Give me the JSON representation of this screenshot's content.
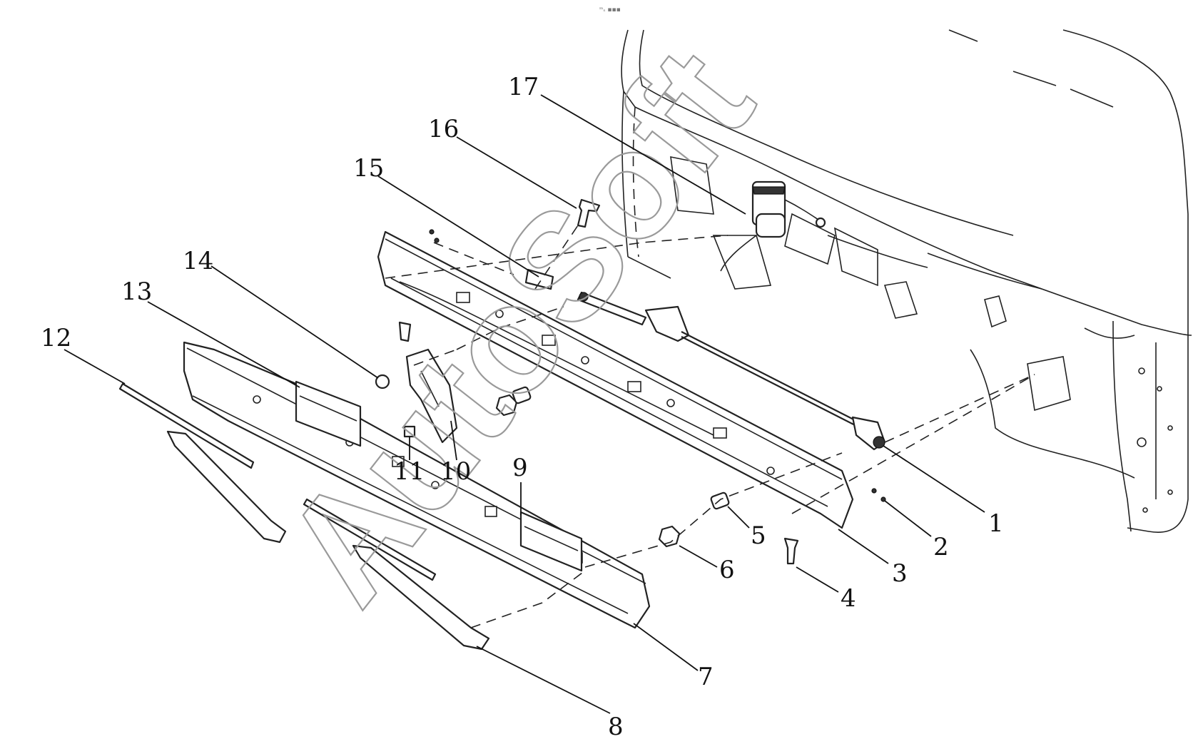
{
  "header": {
    "small_mark": "ᵐₛ ▪▪▪"
  },
  "watermark": {
    "text": "AutoSoft"
  },
  "callouts": [
    {
      "id": "1",
      "label": "1"
    },
    {
      "id": "2",
      "label": "2"
    },
    {
      "id": "3",
      "label": "3"
    },
    {
      "id": "4",
      "label": "4"
    },
    {
      "id": "5",
      "label": "5"
    },
    {
      "id": "6",
      "label": "6"
    },
    {
      "id": "7",
      "label": "7"
    },
    {
      "id": "8",
      "label": "8"
    },
    {
      "id": "9",
      "label": "9"
    },
    {
      "id": "10",
      "label": "10"
    },
    {
      "id": "11",
      "label": "11"
    },
    {
      "id": "12",
      "label": "12"
    },
    {
      "id": "13",
      "label": "13"
    },
    {
      "id": "14",
      "label": "14"
    },
    {
      "id": "15",
      "label": "15"
    },
    {
      "id": "16",
      "label": "16"
    },
    {
      "id": "17",
      "label": "17"
    }
  ]
}
